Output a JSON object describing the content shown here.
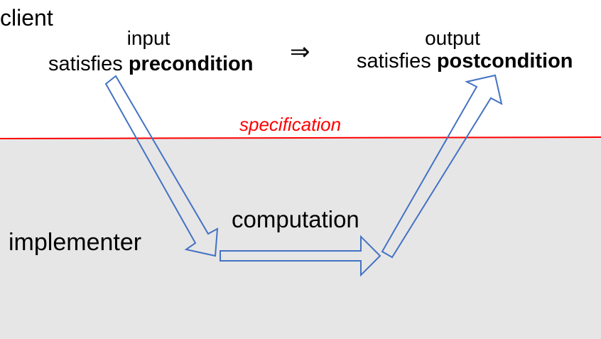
{
  "colors": {
    "spec_line": "#ff0000",
    "arrow_outline": "#4472c4",
    "lower_zone": "#e6e6e6"
  },
  "labels": {
    "client": "client",
    "implementer": "implementer",
    "input": "input",
    "input_satisfies": "satisfies ",
    "precondition": "precondition",
    "implies": "⇒",
    "output": "output",
    "output_satisfies": "satisfies ",
    "postcondition": "postcondition",
    "specification": "specification",
    "computation": "computation"
  }
}
